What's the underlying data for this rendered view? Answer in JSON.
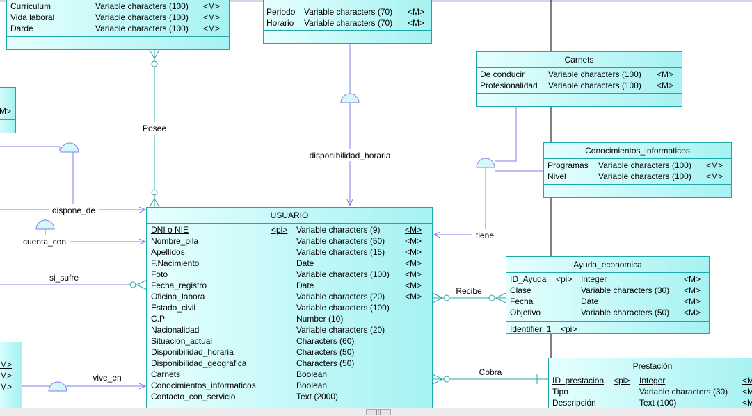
{
  "entities": {
    "top_left": {
      "rows": [
        {
          "name": "Curriculum",
          "type": "Variable characters (100)",
          "m": "<M>"
        },
        {
          "name": "Vida laboral",
          "type": "Variable characters (100)",
          "m": "<M>"
        },
        {
          "name": "Darde",
          "type": "Variable characters (100)",
          "m": "<M>"
        }
      ]
    },
    "top_mid": {
      "rows": [
        {
          "name": "Periodo",
          "type": "Variable characters (70)",
          "m": "<M>"
        },
        {
          "name": "Horario",
          "type": "Variable characters (70)",
          "m": "<M>"
        }
      ]
    },
    "left_mid": {
      "m": "<M>"
    },
    "left_bottom": {
      "m": [
        "<M>",
        "<M>",
        "<M>"
      ]
    },
    "carnets": {
      "title": "Carnets",
      "rows": [
        {
          "name": "De conducir",
          "type": "Variable characters (100)",
          "m": "<M>"
        },
        {
          "name": "Profesionalidad",
          "type": "Variable characters (100)",
          "m": "<M>"
        }
      ]
    },
    "conocimientos": {
      "title": "Conocimientos_informaticos",
      "rows": [
        {
          "name": "Programas",
          "type": "Variable characters (100)",
          "m": "<M>"
        },
        {
          "name": "Nivel",
          "type": "Variable characters (100)",
          "m": "<M>"
        }
      ]
    },
    "usuario": {
      "title": "USUARIO",
      "rows": [
        {
          "name": "DNI o NIE",
          "pi": "<pi>",
          "type": "Variable characters (9)",
          "m": "<M>"
        },
        {
          "name": "Nombre_pila",
          "pi": "",
          "type": "Variable characters (50)",
          "m": "<M>"
        },
        {
          "name": "Apellidos",
          "pi": "",
          "type": "Variable characters (15)",
          "m": "<M>"
        },
        {
          "name": "F.Nacimiento",
          "pi": "",
          "type": "Date",
          "m": "<M>"
        },
        {
          "name": "Foto",
          "pi": "",
          "type": "Variable characters (100)",
          "m": "<M>"
        },
        {
          "name": "Fecha_registro",
          "pi": "",
          "type": "Date",
          "m": "<M>"
        },
        {
          "name": "Oficina_labora",
          "pi": "",
          "type": "Variable characters (20)",
          "m": "<M>"
        },
        {
          "name": "Estado_civil",
          "pi": "",
          "type": "Variable characters (100)",
          "m": ""
        },
        {
          "name": "C.P",
          "pi": "",
          "type": "Number (10)",
          "m": ""
        },
        {
          "name": "Nacionalidad",
          "pi": "",
          "type": "Variable characters (20)",
          "m": ""
        },
        {
          "name": "Situacion_actual",
          "pi": "",
          "type": "Characters (60)",
          "m": ""
        },
        {
          "name": "Disponibilidad_horaria",
          "pi": "",
          "type": "Characters (50)",
          "m": ""
        },
        {
          "name": "Disponibilidad_geografica",
          "pi": "",
          "type": "Characters (50)",
          "m": ""
        },
        {
          "name": "Carnets",
          "pi": "",
          "type": "Boolean",
          "m": ""
        },
        {
          "name": "Conocimientos_informaticos",
          "pi": "",
          "type": "Boolean",
          "m": ""
        },
        {
          "name": "Contacto_con_servicio",
          "pi": "",
          "type": "Text (2000)",
          "m": ""
        }
      ]
    },
    "ayuda": {
      "title": "Ayuda_economica",
      "rows": [
        {
          "name": "ID_Ayuda",
          "pi": "<pi>",
          "type": "Integer",
          "m": "<M>"
        },
        {
          "name": "Clase",
          "pi": "",
          "type": "Variable characters (30)",
          "m": "<M>"
        },
        {
          "name": "Fecha",
          "pi": "",
          "type": "Date",
          "m": "<M>"
        },
        {
          "name": "Objetivo",
          "pi": "",
          "type": "Variable characters (50)",
          "m": "<M>"
        }
      ],
      "identifier": "Identifier_1",
      "identifier_pi": "<pi>"
    },
    "prestacion": {
      "title": "Prestación",
      "rows": [
        {
          "name": "ID_prestacion",
          "pi": "<pi>",
          "type": "Integer",
          "m": "<M"
        },
        {
          "name": "Tipo",
          "pi": "",
          "type": "Variable characters (30)",
          "m": "<M"
        },
        {
          "name": "Descripción",
          "pi": "",
          "type": "Text (100)",
          "m": "<M"
        }
      ]
    }
  },
  "relationships": {
    "posee": "Posee",
    "disponibilidad_horaria": "disponibilidad_horaria",
    "dispone_de": "dispone_de",
    "cuenta_con": "cuenta_con",
    "si_sufre": "si_sufre",
    "vive_en": "vive_en",
    "tiene": "tiene",
    "recibe": "Recibe",
    "cobra": "Cobra"
  },
  "colors": {
    "entity_border": "#1fa6a6",
    "entity_fill_light": "#e6ffff",
    "entity_fill_dark": "#a6f2f2",
    "link_line": "#7f7fe8",
    "link_line_teal": "#27a8a8"
  },
  "scrollbar": {
    "thumb_glyph": "|||"
  }
}
